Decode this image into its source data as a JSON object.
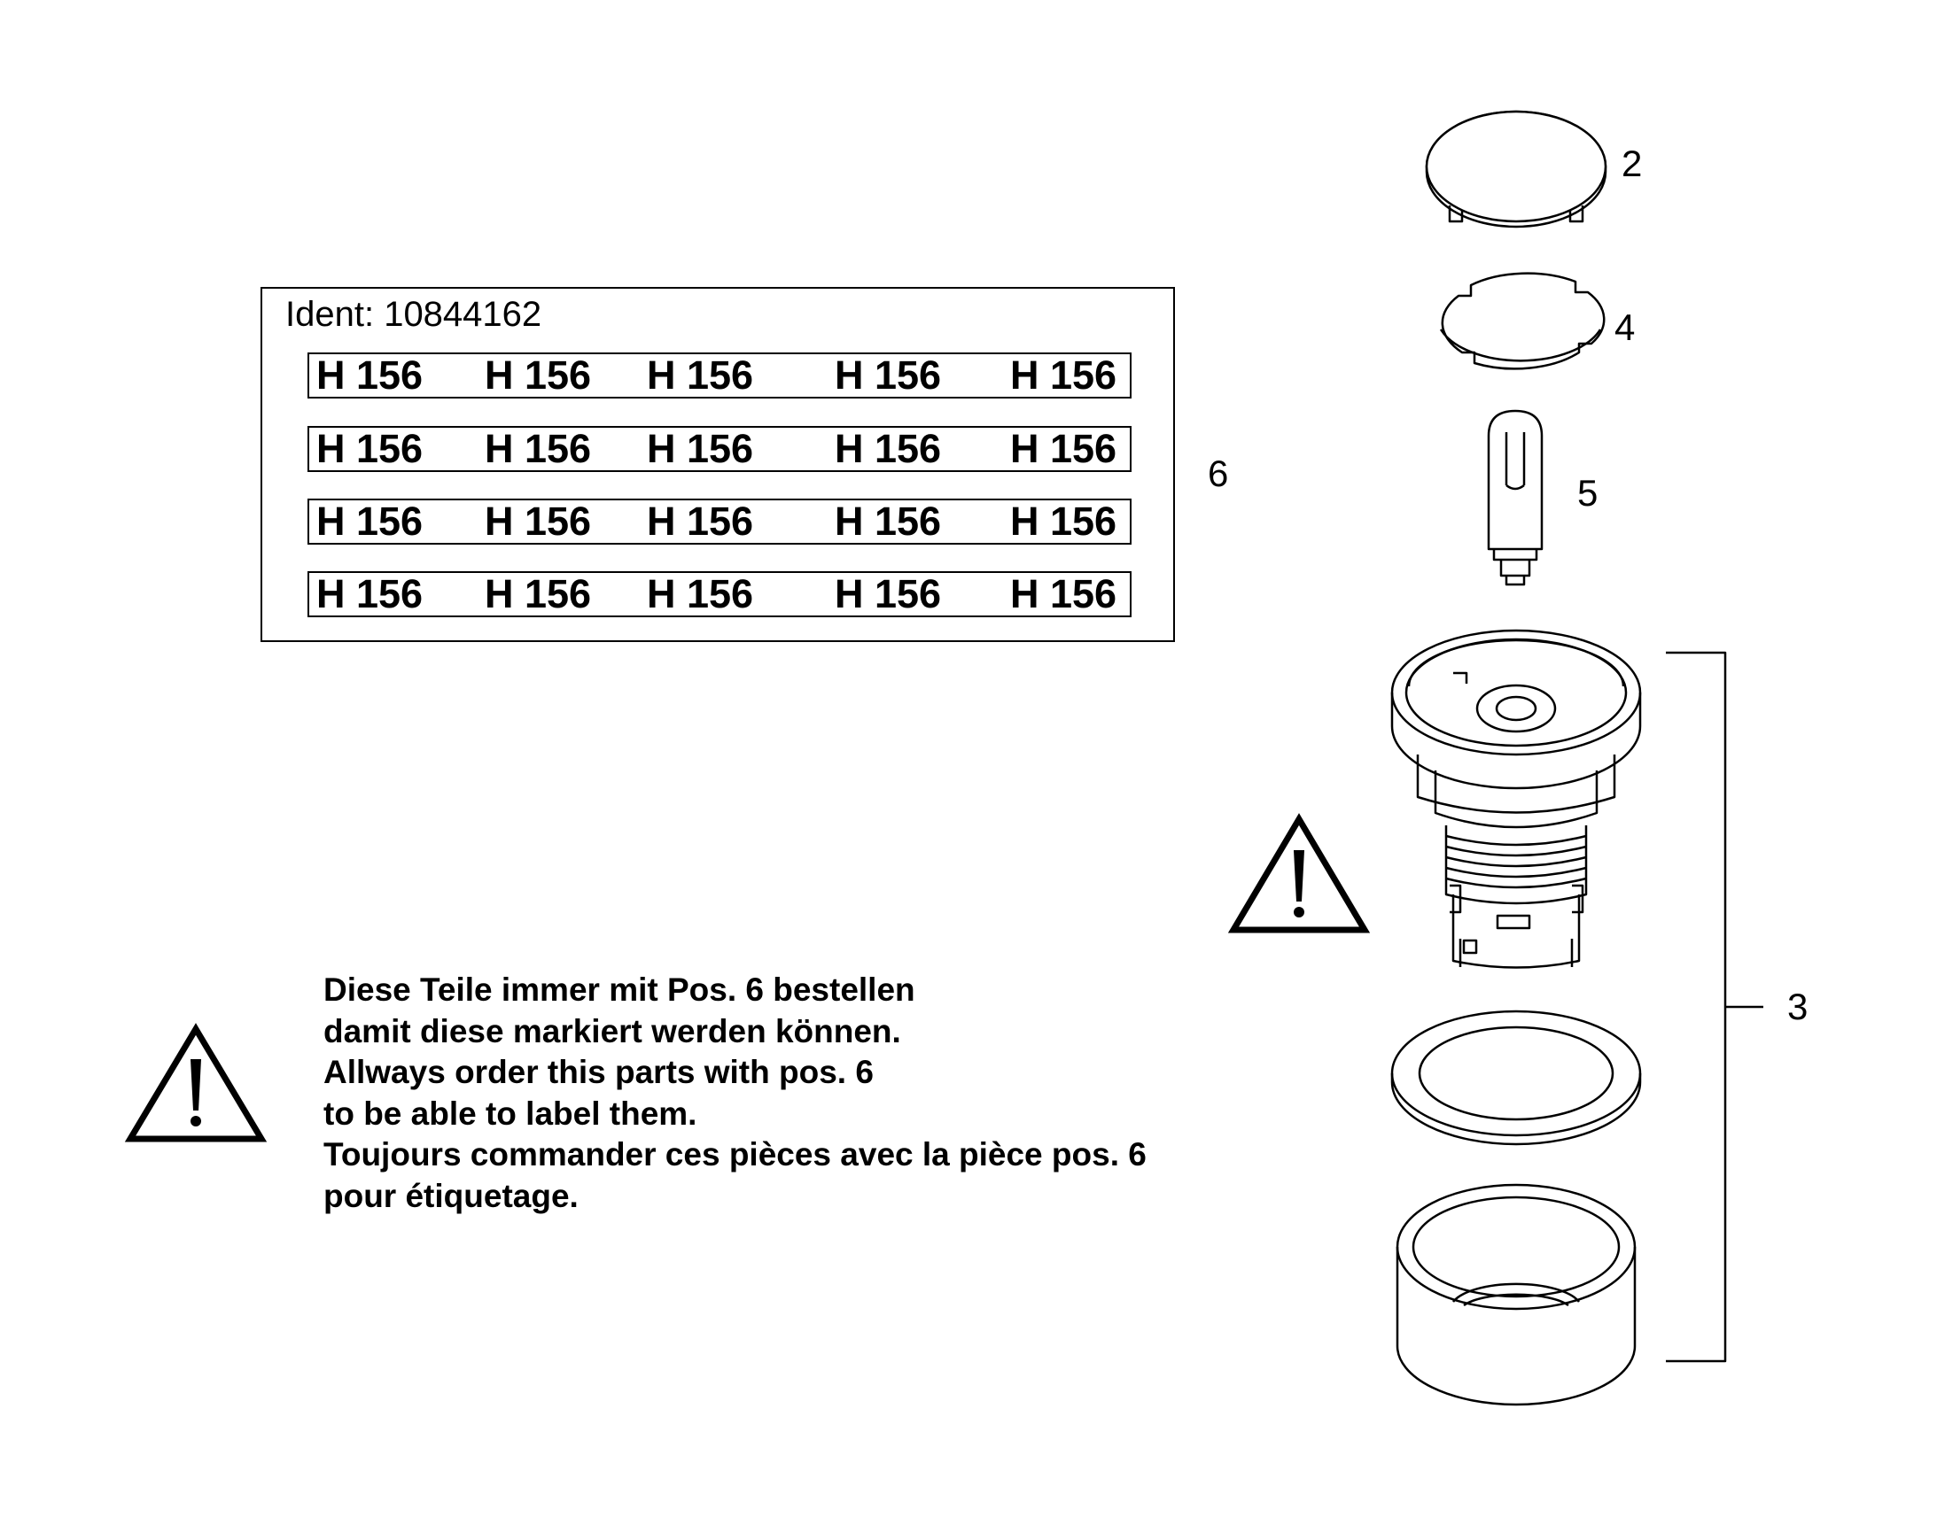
{
  "label_sheet": {
    "ident": "Ident: 10844162",
    "rows": [
      [
        "H 156",
        "H 156",
        "H 156",
        "H 156",
        "H 156"
      ],
      [
        "H 156",
        "H 156",
        "H 156",
        "H 156",
        "H 156"
      ],
      [
        "H 156",
        "H 156",
        "H 156",
        "H 156",
        "H 156"
      ],
      [
        "H 156",
        "H 156",
        "H 156",
        "H 156",
        "H 156"
      ]
    ]
  },
  "callouts": {
    "pos2": "2",
    "pos3": "3",
    "pos4": "4",
    "pos5": "5",
    "pos6": "6"
  },
  "notice": {
    "lines": [
      "Diese Teile immer mit Pos. 6   bestellen",
      "damit diese markiert werden können.",
      "Allways order this parts with pos. 6",
      "to be able to label them.",
      "Toujours commander ces pièces avec la pièce pos. 6",
      "pour étiquetage."
    ]
  },
  "icons": {
    "warning": "warning-triangle-icon"
  }
}
